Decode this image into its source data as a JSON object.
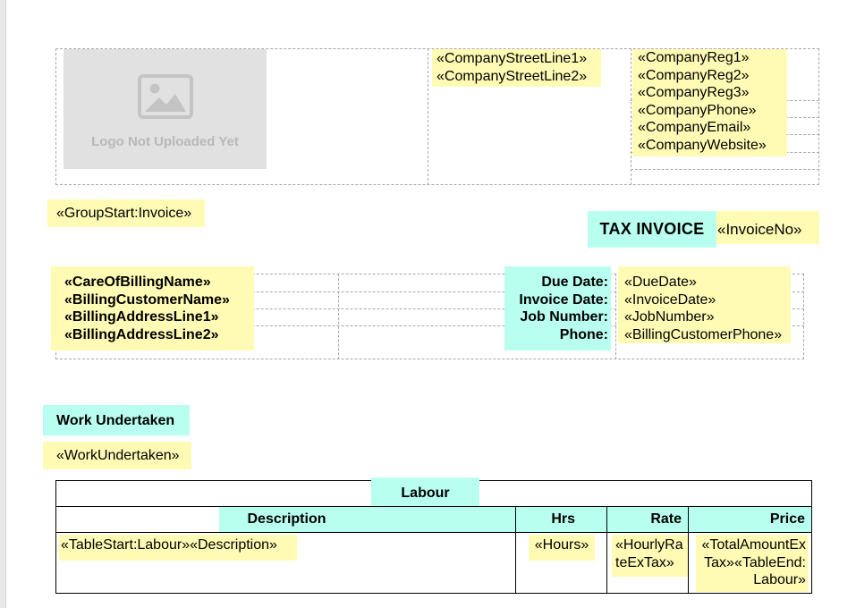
{
  "logo": {
    "placeholder_text": "Logo Not Uploaded Yet"
  },
  "company": {
    "street_lines": [
      "«CompanyStreetLine1»",
      "«CompanyStreetLine2»"
    ],
    "reg_lines": [
      "«CompanyReg1»",
      "«CompanyReg2»",
      "«CompanyReg3»"
    ],
    "phone": "«CompanyPhone»",
    "email": "«CompanyEmail»",
    "website": "«CompanyWebsite»"
  },
  "group_start": "«GroupStart:Invoice»",
  "invoice_title": {
    "label": "TAX INVOICE",
    "number_field": "«InvoiceNo»"
  },
  "billing": {
    "lines": [
      "«CareOfBillingName»",
      "«BillingCustomerName»",
      "«BillingAddressLine1»",
      "«BillingAddressLine2»"
    ]
  },
  "details": {
    "labels": [
      "Due Date:",
      "Invoice Date:",
      "Job Number:",
      "Phone:"
    ],
    "values": [
      "«DueDate»",
      "«InvoiceDate»",
      "«JobNumber»",
      "«BillingCustomerPhone»"
    ]
  },
  "work": {
    "heading": "Work Undertaken",
    "field": "«WorkUndertaken»"
  },
  "labour_table": {
    "title": "Labour",
    "headers": {
      "description": "Description",
      "hrs": "Hrs",
      "rate": "Rate",
      "price": "Price"
    },
    "row": {
      "description": "«TableStart:Labour»«Description»",
      "hours": "«Hours»",
      "rate_lines": [
        "«HourlyRa",
        "teExTax»"
      ],
      "price_lines": [
        "«TotalAmountEx",
        "Tax»«TableEnd:",
        "Labour»"
      ]
    }
  },
  "colors": {
    "merge_field_highlight": "#fffbb5",
    "label_highlight": "#b9fff0",
    "logo_bg": "#e1e1e1"
  }
}
